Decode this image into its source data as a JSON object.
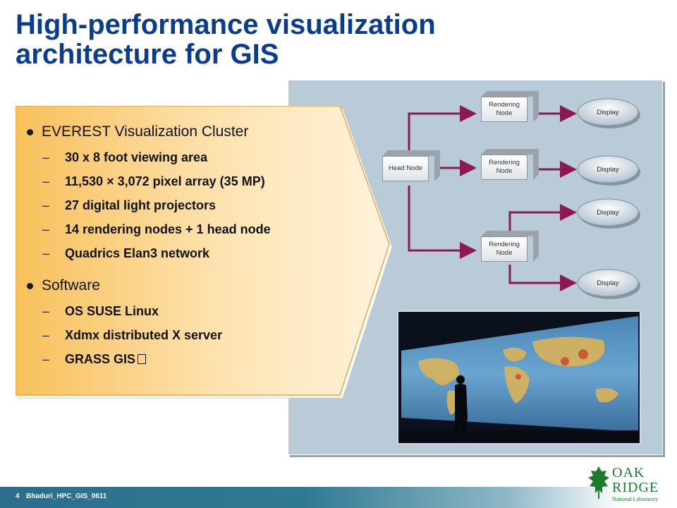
{
  "slide": {
    "title_line1": "High-performance visualization",
    "title_line2": "architecture for GIS"
  },
  "bullets": [
    {
      "label": "EVEREST Visualization Cluster",
      "items": [
        "30 x 8 foot viewing area",
        "11,530 × 3,072 pixel array (35 MP)",
        "27 digital light projectors",
        "14 rendering nodes + 1 head node",
        "Quadrics Elan3 network"
      ]
    },
    {
      "label": "Software",
      "items": [
        "OS SUSE Linux",
        "Xdmx distributed X server",
        "GRASS GIS"
      ]
    }
  ],
  "diagram": {
    "head_node": "Head Node",
    "rendering_node": "Rendering Node",
    "display": "Display",
    "connector_color": "#8b1a52"
  },
  "footer": {
    "page_number": "4",
    "code": "Bhaduri_HPC_GIS_0611"
  },
  "logo": {
    "oak": "OAK",
    "ridge": "RIDGE",
    "subtitle": "National Laboratory"
  },
  "colors": {
    "title": "#0b3d8f",
    "callout_fill": "#fbd07a",
    "panel": "#b9cbd6",
    "logo_green": "#1d7a2e"
  }
}
